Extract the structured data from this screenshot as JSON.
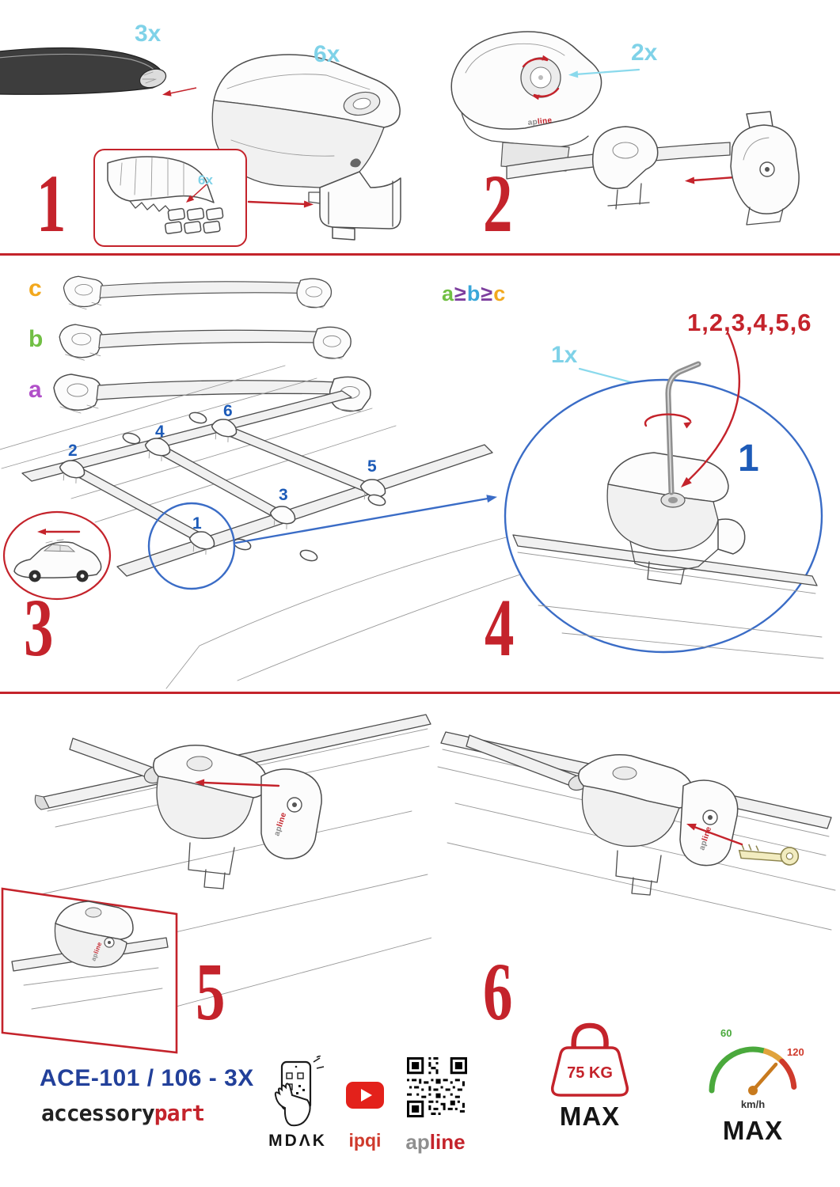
{
  "colors": {
    "accent_red": "#c4232b",
    "accent_cyan": "#7fd2e8",
    "accent_blue": "#1d5bb8",
    "callout_blue": "#3a6cc6",
    "navy": "#22409a",
    "green": "#71bf44",
    "yellow": "#f2a81d",
    "purple": "#b14fc9",
    "teal": "#3aa7d9",
    "gauge_green": "#4aa93c",
    "gauge_red": "#cf3a2c"
  },
  "brand": {
    "ap": "ap",
    "line": "line"
  },
  "steps": {
    "s1": {
      "number": "1",
      "qty_bar": "3x",
      "qty_foot": "6x",
      "qty_pads": "6x"
    },
    "s2": {
      "number": "2",
      "qty_knob": "2x"
    },
    "s3": {
      "number": "3",
      "label_c": "c",
      "label_b": "b",
      "label_a": "a",
      "formula": {
        "a": "a",
        "ge1": "≥",
        "b": "b",
        "ge2": "≥",
        "c": "c"
      },
      "positions": [
        "1",
        "2",
        "3",
        "4",
        "5",
        "6"
      ]
    },
    "s4": {
      "number": "4",
      "qty_key": "1x",
      "sequence": "1,2,3,4,5,6",
      "start": "1"
    },
    "s5": {
      "number": "5"
    },
    "s6": {
      "number": "6"
    }
  },
  "footer": {
    "model": "ACE-101 / 106 - 3X",
    "maker_black": "accessory",
    "maker_red": "part",
    "logo_mdak": "MDΛK",
    "logo_ipqi": "ipqi",
    "load": {
      "value": "75 KG",
      "max": "MAX"
    },
    "speed": {
      "low": "60",
      "high": "120",
      "unit": "km/h",
      "max": "MAX"
    }
  }
}
